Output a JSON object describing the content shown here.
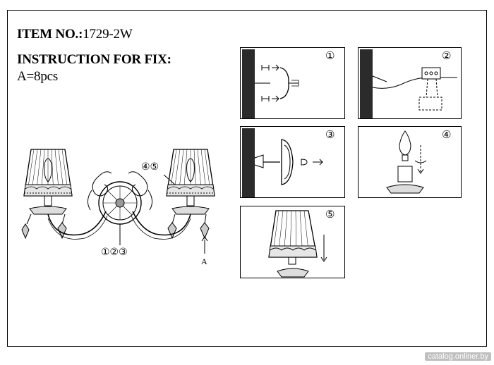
{
  "header": {
    "item_prefix": "ITEM NO.:",
    "item_number": "1729-2W",
    "instruction": "INSTRUCTION FOR FIX:",
    "quantity": "A=8pcs"
  },
  "main_figure": {
    "steps_label": "①②③",
    "shade_steps_label": "④⑤",
    "crystal_label": "A"
  },
  "steps": [
    {
      "number": "①"
    },
    {
      "number": "②"
    },
    {
      "number": "③"
    },
    {
      "number": "④"
    },
    {
      "number": "⑤"
    }
  ],
  "watermark": "catalog.onliner.by"
}
